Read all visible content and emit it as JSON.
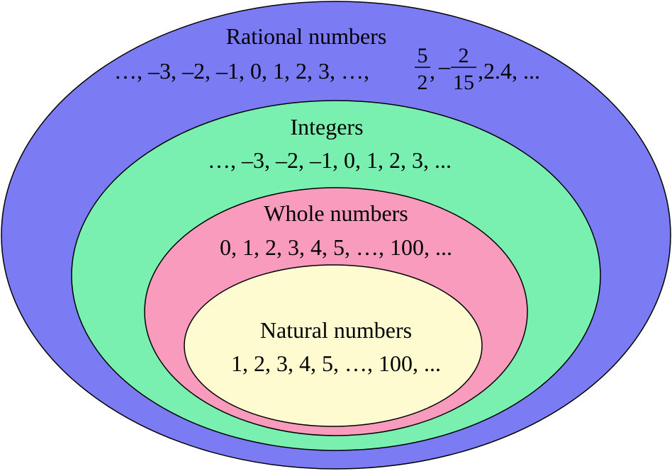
{
  "sets": {
    "rational": {
      "label": "Rational numbers",
      "values_prefix": "…, –3, –2, –1, 0, 1, 2, 3, …,",
      "fraction1": {
        "numerator": "5",
        "denominator": "2"
      },
      "sep1": ",",
      "minus": "–",
      "fraction2": {
        "numerator": "2",
        "denominator": "15"
      },
      "values_suffix": ",2.4, ...",
      "color": "#7b7bf4"
    },
    "integers": {
      "label": "Integers",
      "values": "…, –3, –2, –1, 0, 1, 2, 3, ...",
      "color": "#79f0b0"
    },
    "whole": {
      "label": "Whole numbers",
      "values": "0, 1, 2, 3, 4, 5, …, 100, ...",
      "color": "#f99bbd"
    },
    "natural": {
      "label": "Natural numbers",
      "values": "1, 2, 3, 4, 5, …, 100, ...",
      "color": "#fefbd0"
    }
  }
}
